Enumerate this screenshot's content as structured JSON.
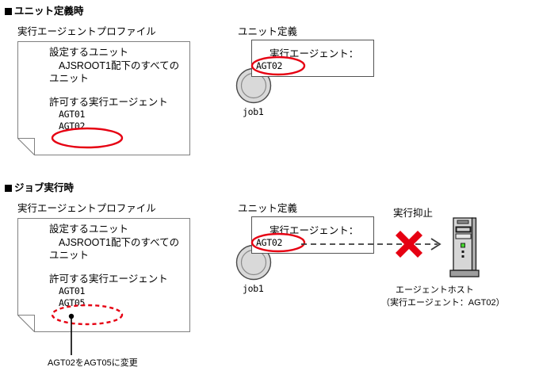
{
  "colors": {
    "accent_red": "#e60012",
    "box_border": "#545454",
    "doc_border": "#808080",
    "node_fill": "#d9d9d9",
    "node_stroke": "#404040",
    "server_body": "#d6d6d6",
    "server_dark": "#1a1a1a",
    "server_led": "#44d62c",
    "text": "#000000"
  },
  "sections": [
    {
      "id": "unit-definition-time",
      "heading": "ユニット定義時",
      "profile": {
        "title": "実行エージェントプロファイル",
        "lines": [
          {
            "text": "設定するユニット",
            "style": "normal",
            "indent": 0
          },
          {
            "text": "AJSROOT1配下のすべての",
            "style": "normal",
            "indent": 1
          },
          {
            "text": "ユニット",
            "style": "normal",
            "indent": 0
          },
          {
            "text": "許可する実行エージェント",
            "style": "normal",
            "indent": 0
          },
          {
            "text": "AGT01",
            "style": "mono",
            "indent": 1
          },
          {
            "text": "AGT02",
            "style": "mono",
            "indent": 1
          }
        ],
        "highlighted_value": "AGT02",
        "highlight_style": "solid"
      },
      "unit": {
        "title": "ユニット定義",
        "field_label": "実行エージェント：",
        "field_value": "AGT02",
        "highlight_style": "solid",
        "job_label": "job1"
      }
    },
    {
      "id": "job-execution-time",
      "heading": "ジョブ実行時",
      "profile": {
        "title": "実行エージェントプロファイル",
        "lines": [
          {
            "text": "設定するユニット",
            "style": "normal",
            "indent": 0
          },
          {
            "text": "AJSROOT1配下のすべての",
            "style": "normal",
            "indent": 1
          },
          {
            "text": "ユニット",
            "style": "normal",
            "indent": 0
          },
          {
            "text": "許可する実行エージェント",
            "style": "normal",
            "indent": 0
          },
          {
            "text": "AGT01",
            "style": "mono",
            "indent": 1
          },
          {
            "text": "AGT05",
            "style": "mono",
            "indent": 1
          }
        ],
        "highlighted_value": "AGT05",
        "highlight_style": "dashed",
        "annotation": "AGT02をAGT05に変更"
      },
      "unit": {
        "title": "ユニット定義",
        "field_label": "実行エージェント：",
        "field_value": "AGT02",
        "highlight_style": "solid",
        "job_label": "job1"
      },
      "flow": {
        "suppression_label": "実行抑止",
        "blocked_marker": "×",
        "host_label": "エージェントホスト",
        "host_sublabel": "（実行エージェント：AGT02）"
      }
    }
  ]
}
